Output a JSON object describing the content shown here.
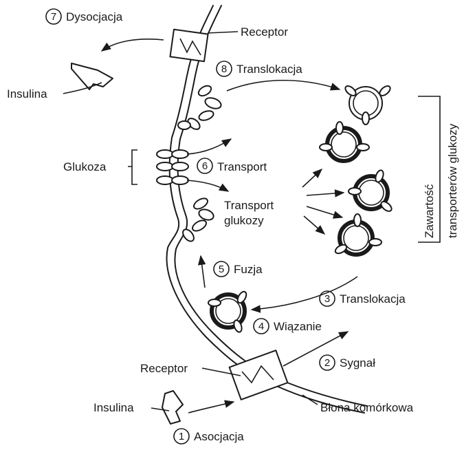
{
  "labels": {
    "dissociation": "Dysocjacja",
    "receptor_top": "Receptor",
    "insulin_top": "Insulina",
    "translocation_top": "Translokacja",
    "glucose": "Glukoza",
    "transport": "Transport",
    "glucose_transport_line1": "Transport",
    "glucose_transport_line2": "glukozy",
    "transporter_content_line1": "Zawartość",
    "transporter_content_line2": "transporterów glukozy",
    "fusion": "Fuzja",
    "translocation_bottom": "Translokacja",
    "binding": "Wiązanie",
    "receptor_bottom": "Receptor",
    "signal": "Sygnał",
    "insulin_bottom": "Insulina",
    "cell_membrane": "Błona komórkowa",
    "association": "Asocjacja"
  },
  "steps": {
    "s1": "1",
    "s2": "2",
    "s3": "3",
    "s4": "4",
    "s5": "5",
    "s6": "6",
    "s7": "7",
    "s8": "8"
  }
}
